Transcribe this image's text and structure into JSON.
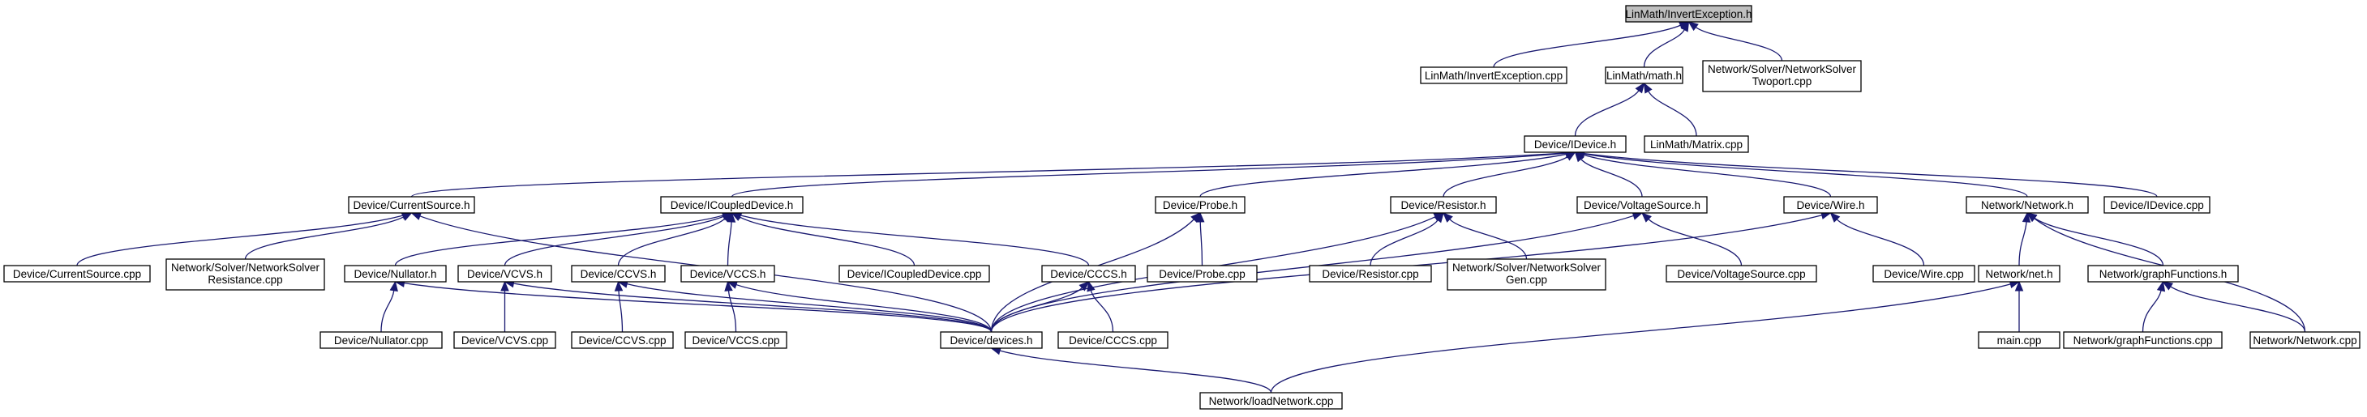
{
  "title": "LinMath/InvertException.h",
  "colors": {
    "edge": "#191970",
    "root_fill": "#bfbfbf",
    "node_fill": "#ffffff",
    "node_border": "#000000"
  },
  "nodes": [
    {
      "id": "root",
      "label": "LinMath/InvertException.h"
    },
    {
      "id": "invexc_cpp",
      "label": "LinMath/InvertException.cpp"
    },
    {
      "id": "math_h",
      "label": "LinMath/math.h"
    },
    {
      "id": "nsolver_twoport",
      "label": "Network/Solver/NetworkSolver Twoport.cpp"
    },
    {
      "id": "idevice_h",
      "label": "Device/IDevice.h"
    },
    {
      "id": "matrix_cpp",
      "label": "LinMath/Matrix.cpp"
    },
    {
      "id": "currentsource_h",
      "label": "Device/CurrentSource.h"
    },
    {
      "id": "icoupled_h",
      "label": "Device/ICoupledDevice.h"
    },
    {
      "id": "probe_h",
      "label": "Device/Probe.h"
    },
    {
      "id": "resistor_h",
      "label": "Device/Resistor.h"
    },
    {
      "id": "voltagesource_h",
      "label": "Device/VoltageSource.h"
    },
    {
      "id": "wire_h",
      "label": "Device/Wire.h"
    },
    {
      "id": "network_h",
      "label": "Network/Network.h"
    },
    {
      "id": "idevice_cpp",
      "label": "Device/IDevice.cpp"
    },
    {
      "id": "currentsource_cpp",
      "label": "Device/CurrentSource.cpp"
    },
    {
      "id": "nsolver_resistance",
      "label": "Network/Solver/NetworkSolver Resistance.cpp"
    },
    {
      "id": "nullator_h",
      "label": "Device/Nullator.h"
    },
    {
      "id": "vcvs_h",
      "label": "Device/VCVS.h"
    },
    {
      "id": "ccvs_h",
      "label": "Device/CCVS.h"
    },
    {
      "id": "vccs_h",
      "label": "Device/VCCS.h"
    },
    {
      "id": "icoupled_cpp",
      "label": "Device/ICoupledDevice.cpp"
    },
    {
      "id": "cccs_h",
      "label": "Device/CCCS.h"
    },
    {
      "id": "probe_cpp",
      "label": "Device/Probe.cpp"
    },
    {
      "id": "resistor_cpp",
      "label": "Device/Resistor.cpp"
    },
    {
      "id": "nsolver_gen",
      "label": "Network/Solver/NetworkSolver Gen.cpp"
    },
    {
      "id": "voltagesource_cpp",
      "label": "Device/VoltageSource.cpp"
    },
    {
      "id": "wire_cpp",
      "label": "Device/Wire.cpp"
    },
    {
      "id": "net_h",
      "label": "Network/net.h"
    },
    {
      "id": "graphfunctions_h",
      "label": "Network/graphFunctions.h"
    },
    {
      "id": "nullator_cpp",
      "label": "Device/Nullator.cpp"
    },
    {
      "id": "vcvs_cpp",
      "label": "Device/VCVS.cpp"
    },
    {
      "id": "ccvs_cpp",
      "label": "Device/CCVS.cpp"
    },
    {
      "id": "vccs_cpp",
      "label": "Device/VCCS.cpp"
    },
    {
      "id": "devices_h",
      "label": "Device/devices.h"
    },
    {
      "id": "cccs_cpp",
      "label": "Device/CCCS.cpp"
    },
    {
      "id": "main_cpp",
      "label": "main.cpp"
    },
    {
      "id": "graphfunctions_cpp",
      "label": "Network/graphFunctions.cpp"
    },
    {
      "id": "network_cpp",
      "label": "Network/Network.cpp"
    },
    {
      "id": "loadnetwork_cpp",
      "label": "Network/loadNetwork.cpp"
    }
  ],
  "edges": [
    [
      "root",
      "invexc_cpp"
    ],
    [
      "root",
      "math_h"
    ],
    [
      "root",
      "nsolver_twoport"
    ],
    [
      "math_h",
      "idevice_h"
    ],
    [
      "math_h",
      "matrix_cpp"
    ],
    [
      "idevice_h",
      "currentsource_h"
    ],
    [
      "idevice_h",
      "icoupled_h"
    ],
    [
      "idevice_h",
      "probe_h"
    ],
    [
      "idevice_h",
      "resistor_h"
    ],
    [
      "idevice_h",
      "voltagesource_h"
    ],
    [
      "idevice_h",
      "wire_h"
    ],
    [
      "idevice_h",
      "network_h"
    ],
    [
      "idevice_h",
      "idevice_cpp"
    ],
    [
      "currentsource_h",
      "currentsource_cpp"
    ],
    [
      "currentsource_h",
      "nsolver_resistance"
    ],
    [
      "currentsource_h",
      "devices_h"
    ],
    [
      "icoupled_h",
      "nullator_h"
    ],
    [
      "icoupled_h",
      "vcvs_h"
    ],
    [
      "icoupled_h",
      "ccvs_h"
    ],
    [
      "icoupled_h",
      "vccs_h"
    ],
    [
      "icoupled_h",
      "icoupled_cpp"
    ],
    [
      "icoupled_h",
      "cccs_h"
    ],
    [
      "probe_h",
      "probe_cpp"
    ],
    [
      "probe_h",
      "devices_h"
    ],
    [
      "resistor_h",
      "resistor_cpp"
    ],
    [
      "resistor_h",
      "nsolver_gen"
    ],
    [
      "resistor_h",
      "devices_h"
    ],
    [
      "voltagesource_h",
      "voltagesource_cpp"
    ],
    [
      "voltagesource_h",
      "devices_h"
    ],
    [
      "wire_h",
      "wire_cpp"
    ],
    [
      "wire_h",
      "devices_h"
    ],
    [
      "network_h",
      "net_h"
    ],
    [
      "network_h",
      "graphfunctions_h"
    ],
    [
      "network_h",
      "network_cpp"
    ],
    [
      "nullator_h",
      "nullator_cpp"
    ],
    [
      "nullator_h",
      "devices_h"
    ],
    [
      "vcvs_h",
      "vcvs_cpp"
    ],
    [
      "vcvs_h",
      "devices_h"
    ],
    [
      "ccvs_h",
      "ccvs_cpp"
    ],
    [
      "ccvs_h",
      "devices_h"
    ],
    [
      "vccs_h",
      "vccs_cpp"
    ],
    [
      "vccs_h",
      "devices_h"
    ],
    [
      "cccs_h",
      "cccs_cpp"
    ],
    [
      "cccs_h",
      "devices_h"
    ],
    [
      "net_h",
      "main_cpp"
    ],
    [
      "net_h",
      "loadnetwork_cpp"
    ],
    [
      "graphfunctions_h",
      "graphfunctions_cpp"
    ],
    [
      "graphfunctions_h",
      "network_cpp"
    ],
    [
      "devices_h",
      "loadnetwork_cpp"
    ]
  ]
}
